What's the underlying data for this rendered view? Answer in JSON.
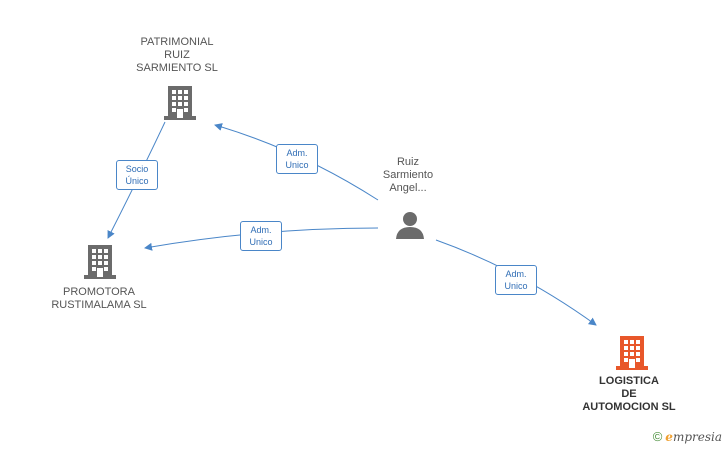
{
  "nodes": {
    "patrimonial": {
      "label": "PATRIMONIAL\nRUIZ\nSARMIENTO SL",
      "type": "company",
      "color": "#6b6b6b"
    },
    "promotora": {
      "label": "PROMOTORA\nRUSTIMALAMA SL",
      "type": "company",
      "color": "#6b6b6b"
    },
    "person": {
      "label": "Ruiz\nSarmiento\nAngel...",
      "type": "person",
      "color": "#6b6b6b"
    },
    "logistica": {
      "label": "LOGISTICA\nDE\nAUTOMOCION SL",
      "type": "company",
      "color": "#e8572a"
    }
  },
  "edges": {
    "person_to_patrimonial": {
      "label": "Adm.\nUnico"
    },
    "person_to_promotora": {
      "label": "Adm.\nUnico"
    },
    "person_to_logistica": {
      "label": "Adm.\nUnico"
    },
    "patrimonial_to_promotora": {
      "label": "Socio\nÚnico"
    }
  },
  "footer": {
    "copyright": "©",
    "brand_initial": "e",
    "brand_rest": "mpresia"
  },
  "colors": {
    "edge": "#4a86c8",
    "badge_border": "#4a86c8",
    "badge_text": "#2f6db5"
  }
}
